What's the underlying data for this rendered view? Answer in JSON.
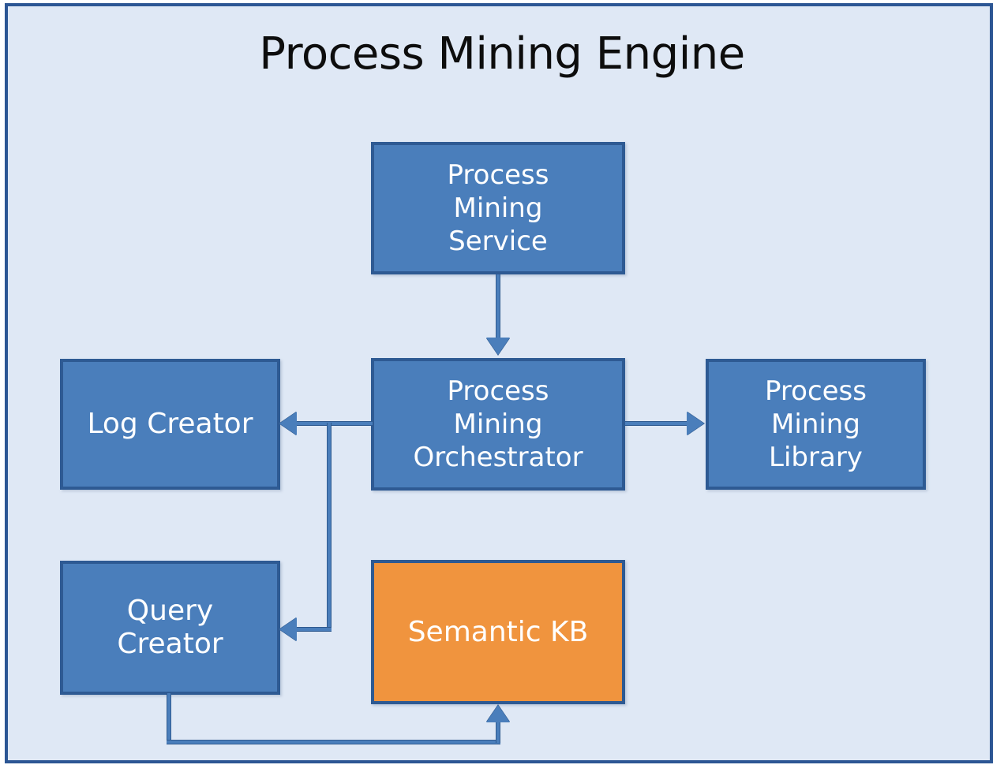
{
  "diagram": {
    "title": "Process Mining Engine",
    "background_color": "#dfe8f5",
    "frame_border_color": "#2c5694",
    "node_fill_blue": "#4a7ebb",
    "node_fill_orange": "#f0943e",
    "node_border_color": "#2e5a93",
    "connector_color": "#4a7ebb",
    "nodes": [
      {
        "id": "pm-service",
        "label": "Process\nMining\nService",
        "color": "blue"
      },
      {
        "id": "pm-orchestrator",
        "label": "Process\nMining\nOrchestrator",
        "color": "blue"
      },
      {
        "id": "log-creator",
        "label": "Log Creator",
        "color": "blue"
      },
      {
        "id": "pm-library",
        "label": "Process\nMining\nLibrary",
        "color": "blue"
      },
      {
        "id": "query-creator",
        "label": "Query\nCreator",
        "color": "blue"
      },
      {
        "id": "semantic-kb",
        "label": "Semantic KB",
        "color": "orange"
      }
    ],
    "connectors": [
      {
        "id": "service-to-orchestrator",
        "from": "pm-service",
        "to": "pm-orchestrator",
        "direction": "down"
      },
      {
        "id": "orchestrator-to-library",
        "from": "pm-orchestrator",
        "to": "pm-library",
        "direction": "right"
      },
      {
        "id": "orchestrator-to-log",
        "from": "pm-orchestrator",
        "to": "log-creator",
        "direction": "left"
      },
      {
        "id": "orchestrator-to-query",
        "from": "pm-orchestrator",
        "to": "query-creator",
        "direction": "left"
      },
      {
        "id": "query-to-semantic-kb",
        "from": "query-creator",
        "to": "semantic-kb",
        "direction": "up"
      }
    ]
  }
}
